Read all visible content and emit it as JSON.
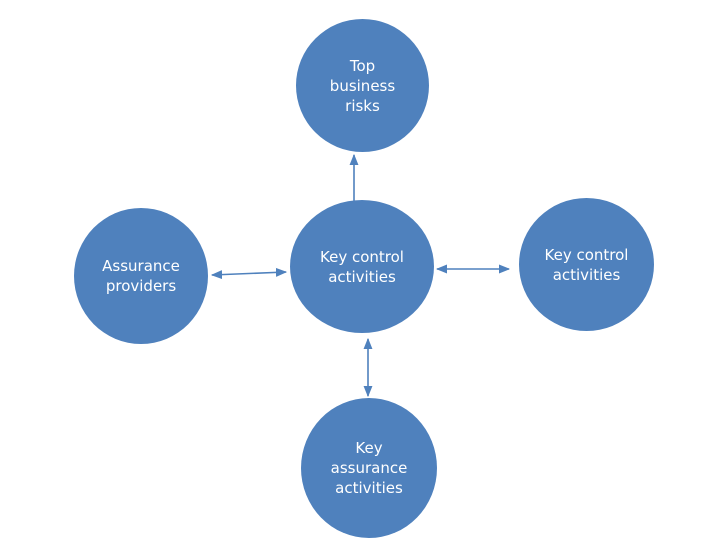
{
  "diagram": {
    "nodes": {
      "top": {
        "label": "Top\nbusiness\nrisks"
      },
      "center": {
        "label": "Key control\nactivities"
      },
      "left": {
        "label": "Assurance\nproviders"
      },
      "right": {
        "label": "Key control\nactivities"
      },
      "bottom": {
        "label": "Key\nassurance\nactivities"
      }
    },
    "colors": {
      "node_fill": "#4f81bd",
      "connector": "#4f81bd",
      "label_text": "#ffffff"
    }
  }
}
